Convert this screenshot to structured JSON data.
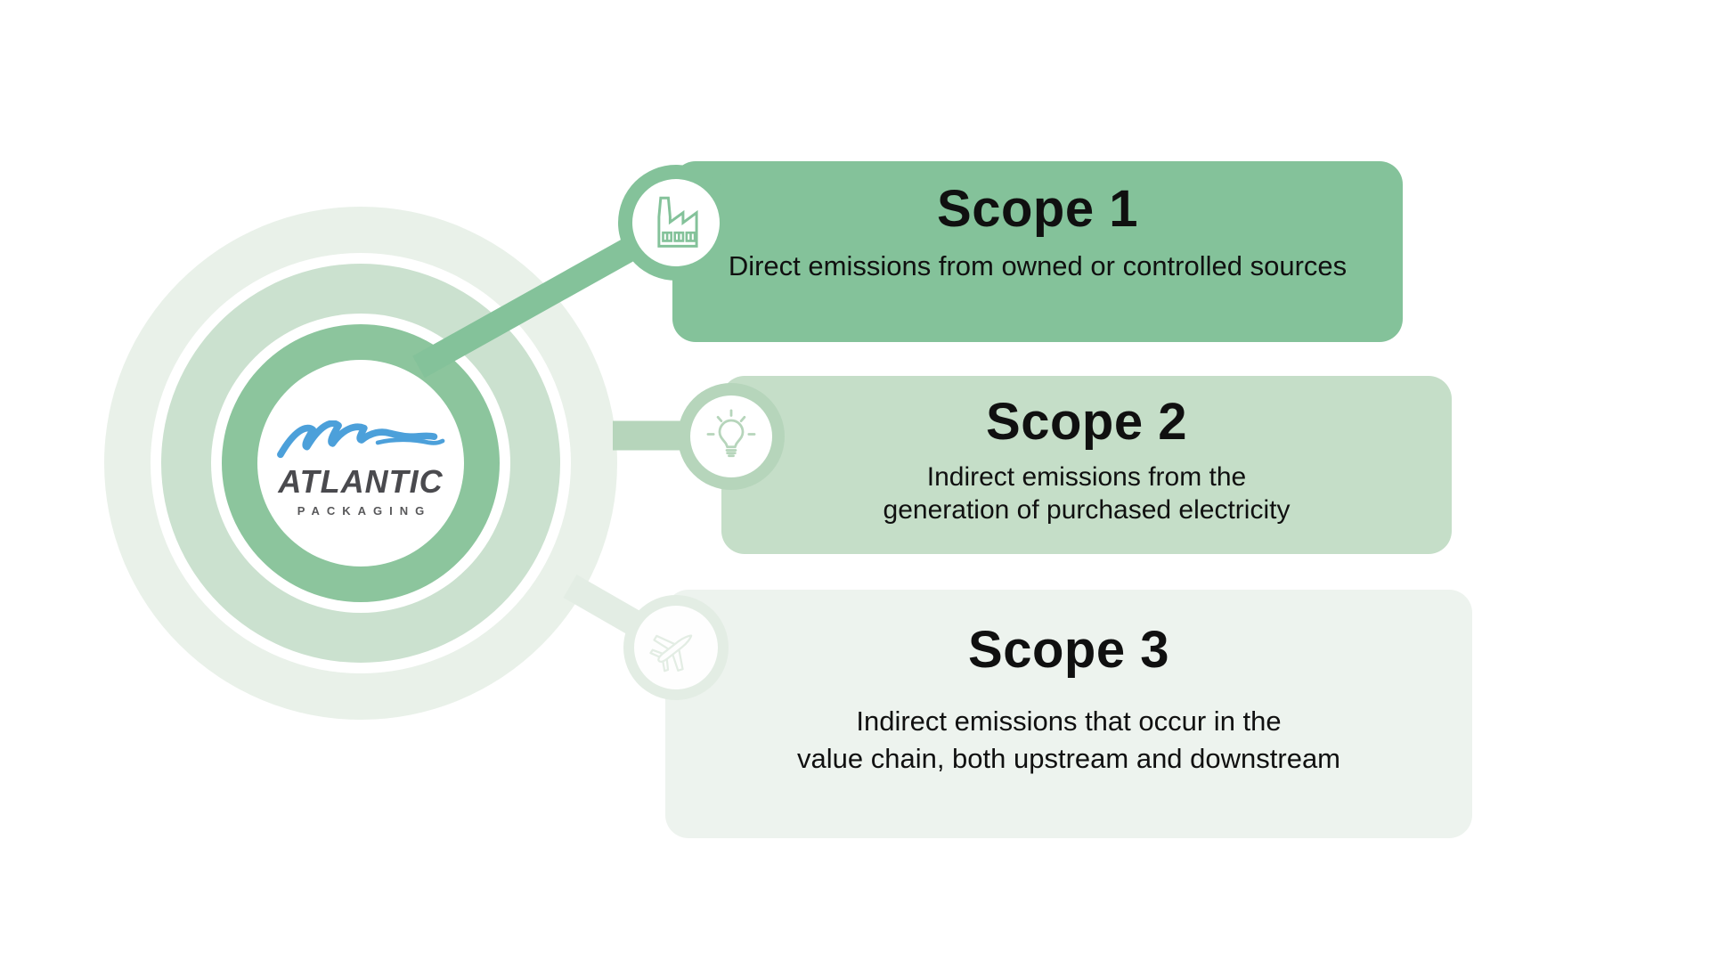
{
  "logo": {
    "name": "ATLANTIC",
    "subtitle": "PACKAGING"
  },
  "scopes": [
    {
      "title": "Scope 1",
      "icon": "factory-icon",
      "description": [
        "Direct emissions from owned or controlled sources"
      ]
    },
    {
      "title": "Scope 2",
      "icon": "lightbulb-icon",
      "description": [
        "Indirect emissions from the",
        "generation of purchased electricity"
      ]
    },
    {
      "title": "Scope 3",
      "icon": "airplane-icon",
      "description": [
        "Indirect emissions that occur in the",
        "value chain, both upstream and downstream"
      ]
    }
  ],
  "colors": {
    "background": "#ffffff",
    "scope1_green": "#84c29a",
    "scope2_green": "#c5dec8",
    "scope2_accent": "#b6d5bb",
    "scope3_green": "#edf3ee",
    "scope3_accent": "#e3ede4",
    "center_ring_green": "#8cc59d",
    "center_ring_light": "#cbe1cf",
    "center_ring_pale": "#e9f1e9",
    "logo_blue": "#4ca0da",
    "logo_gray": "#4a4a4e",
    "text_dark": "#101010"
  }
}
